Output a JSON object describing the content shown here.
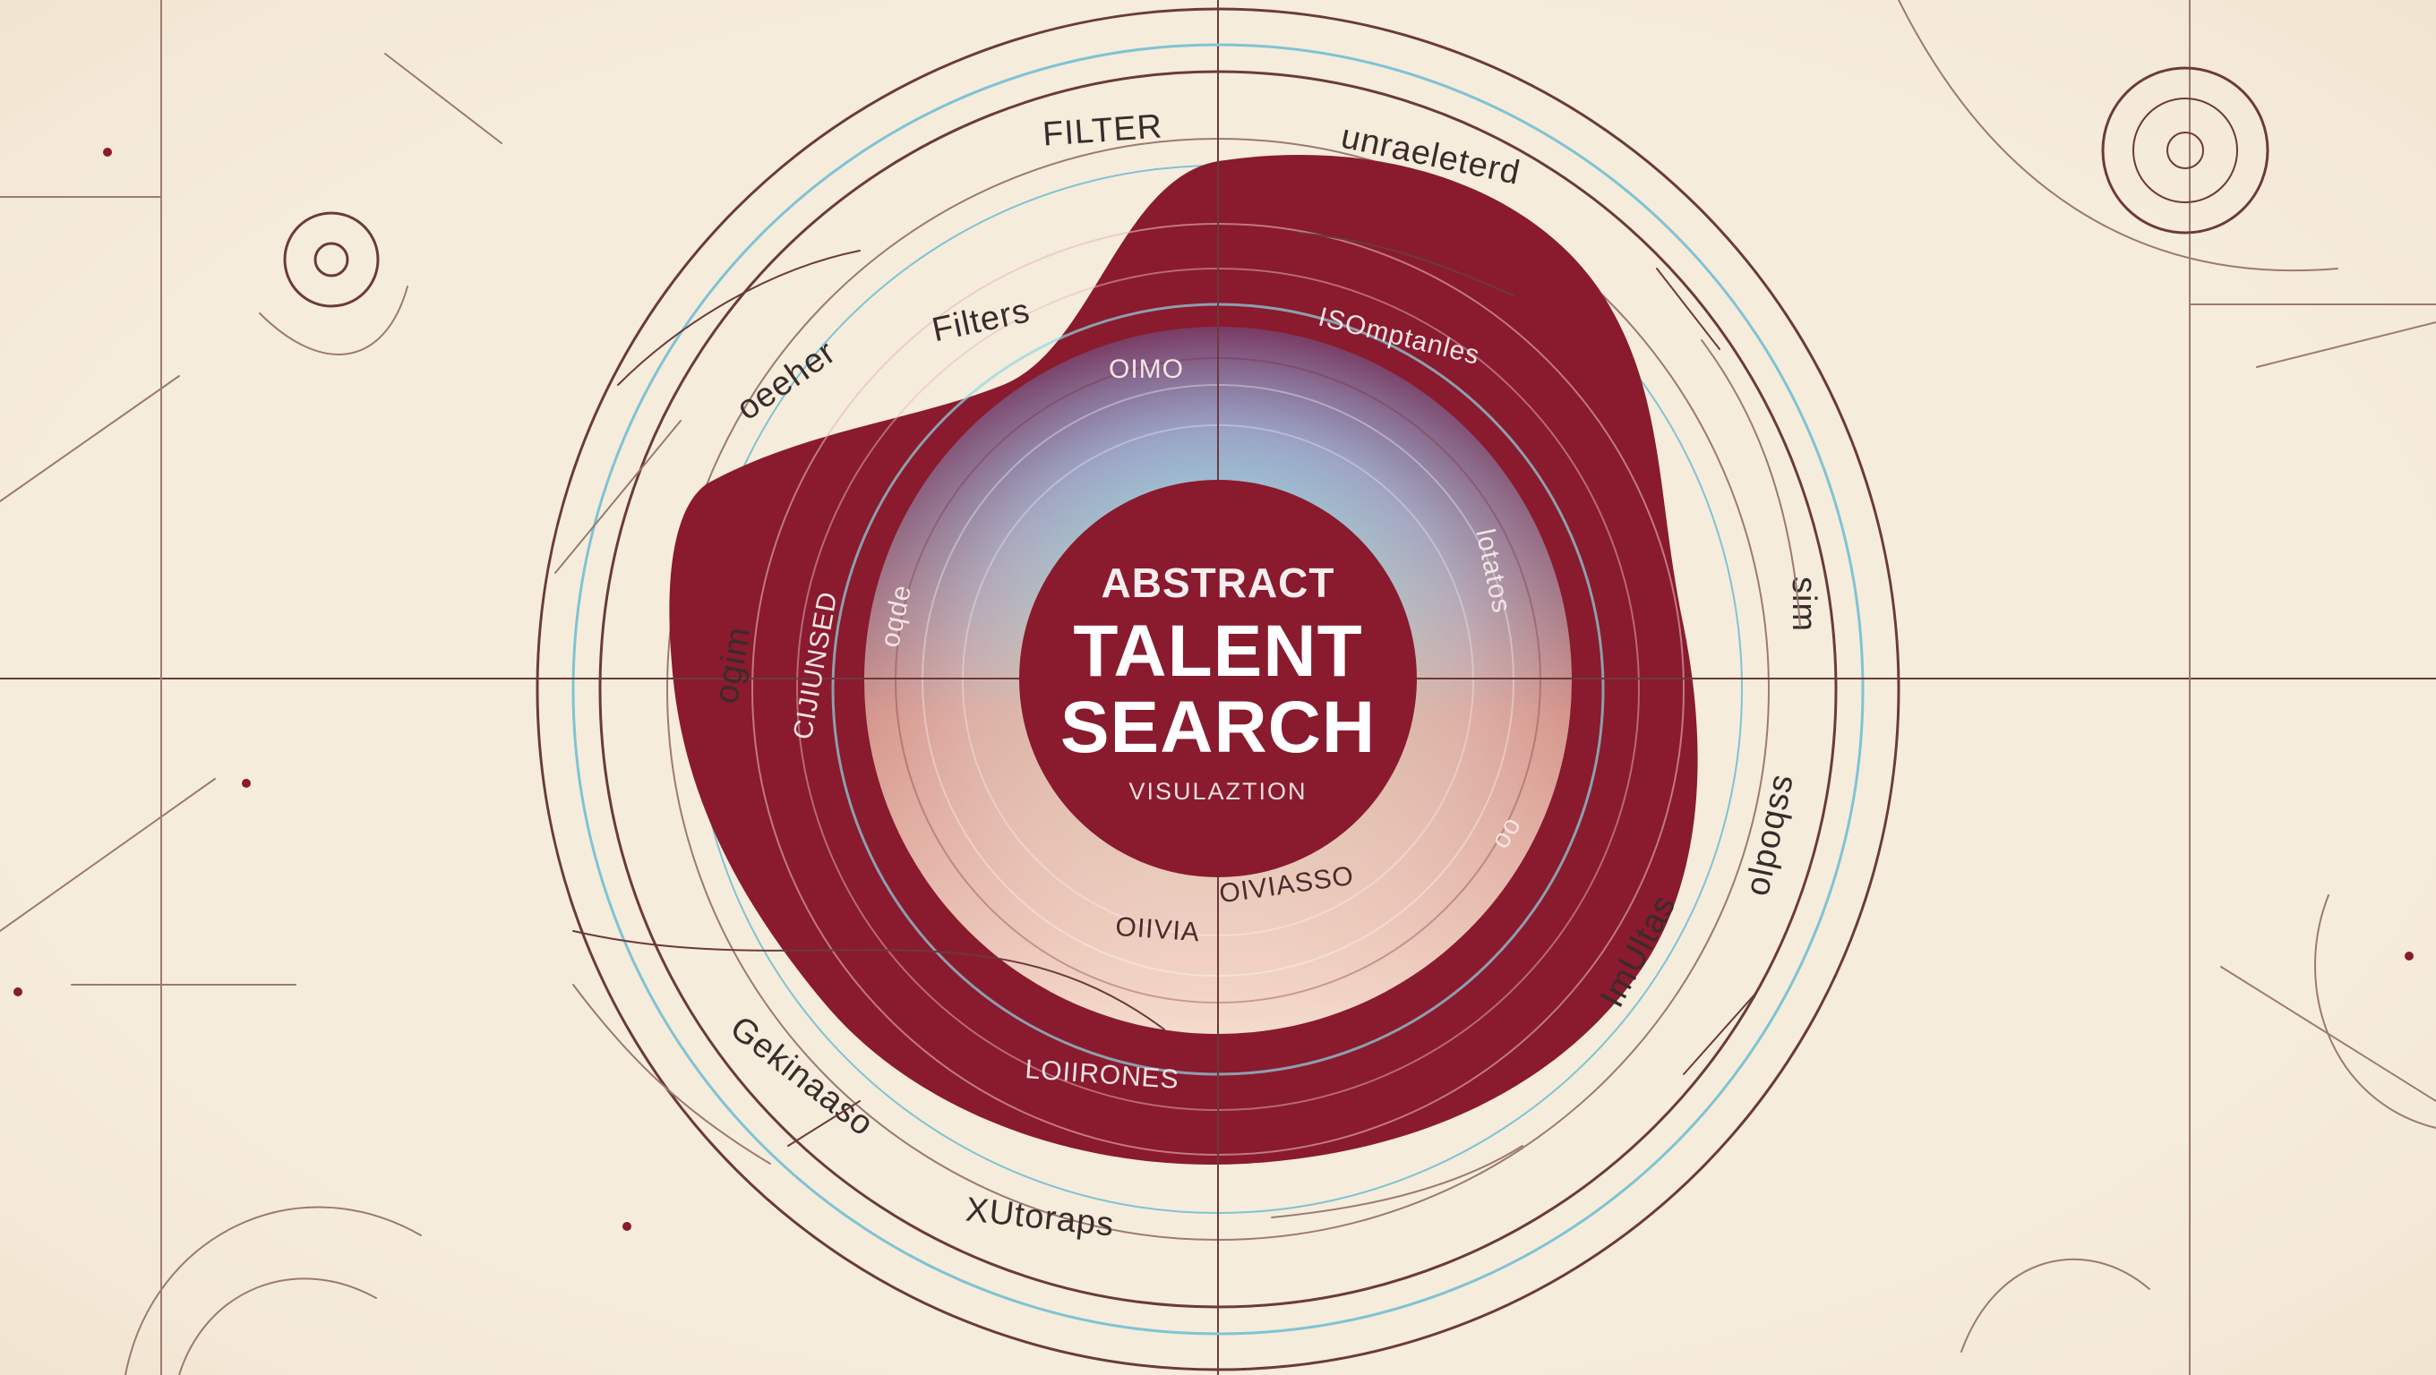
{
  "center": {
    "line1": "ABSTRACT",
    "line2": "TALENT",
    "line3": "SEARCH",
    "subtitle": "VISULAZTION"
  },
  "labels": {
    "filter": "FILTER",
    "top_right": "unraeleterd",
    "filters": "Filters",
    "left_upper": "oeeher",
    "left_mid": "CIJIUNSED",
    "left_small": "ogim",
    "inner_top": "OIMO",
    "inner_right_top": "ISOmptanles",
    "inner_right": "lotatos",
    "inner_left": "oqde",
    "inner_bottom_left": "OIIVIA",
    "inner_bottom_right": "OIVIASSO",
    "inner_lower_right": "oo",
    "ring_bottom": "LOIIRONES",
    "bottom_left": "Gekinaaso",
    "bottom": "XUtoraps",
    "right_lower": "ImUltas",
    "right_outer": "olpoqss",
    "right_mid": "sim"
  },
  "colors": {
    "paper": "#f6ecdc",
    "crimson": "#8a1a2e",
    "cyan_glow": "#8fd8e6",
    "peach_glow": "#f2a98a",
    "ink": "#6b3a3a"
  }
}
